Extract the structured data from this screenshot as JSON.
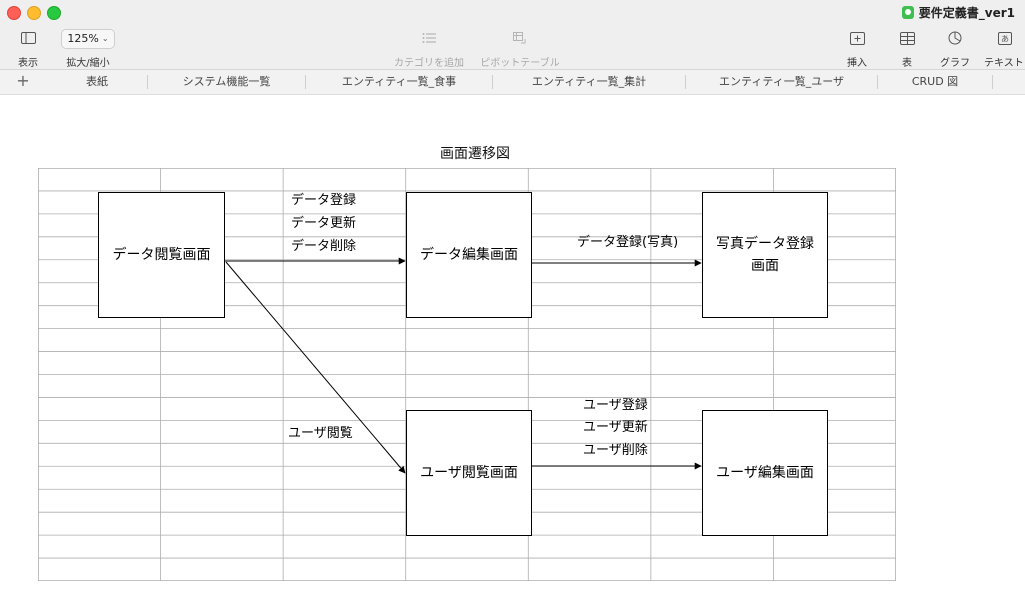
{
  "window": {
    "title": "要件定義書_ver1"
  },
  "toolbar": {
    "view_label": "表示",
    "zoom_value": "125%",
    "zoom_label": "拡大/縮小",
    "category_label": "カテゴリを追加",
    "pivot_label": "ピボットテーブル",
    "insert_label": "挿入",
    "table_label": "表",
    "chart_label": "グラフ",
    "text_label": "テキスト"
  },
  "sheets": [
    {
      "label": "表紙"
    },
    {
      "label": "システム機能一覧"
    },
    {
      "label": "エンティティ一覧_食事"
    },
    {
      "label": "エンティティ一覧_集計"
    },
    {
      "label": "エンティティ一覧_ユーザ"
    },
    {
      "label": "CRUD 図"
    }
  ],
  "canvas": {
    "title": "画面遷移図",
    "screens": [
      {
        "label": "データ閲覧画面"
      },
      {
        "label": "データ編集画面"
      },
      {
        "label": "写真データ登録画面"
      },
      {
        "label": "ユーザ閲覧画面"
      },
      {
        "label": "ユーザ編集画面"
      }
    ],
    "edge_labels": {
      "data_register": "データ登録",
      "data_update": "データ更新",
      "data_delete": "データ削除",
      "photo_register": "データ登録(写真)",
      "user_view": "ユーザ閲覧",
      "user_register": "ユーザ登録",
      "user_update": "ユーザ更新",
      "user_delete": "ユーザ削除"
    }
  }
}
